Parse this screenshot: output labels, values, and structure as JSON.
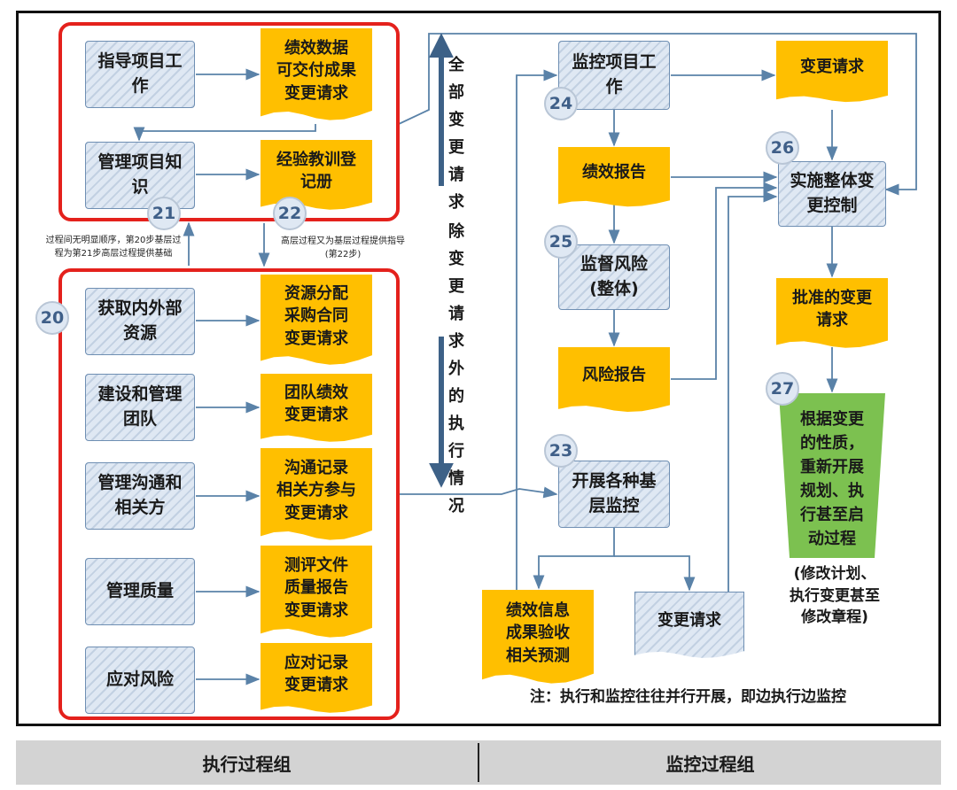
{
  "processes": {
    "direct_work": "指导项目工\n作",
    "manage_knowledge": "管理项目知\n识",
    "acquire_resources": "获取内外部\n资源",
    "develop_team": "建设和管理\n团队",
    "manage_comms": "管理沟通和\n相关方",
    "manage_quality": "管理质量",
    "respond_risk": "应对风险",
    "monitor_work": "监控项目工\n作",
    "monitor_risk": "监督风险\n(整体)",
    "basic_monitoring": "开展各种基\n层监控",
    "integrated_change": "实施整体变\n更控制"
  },
  "documents": {
    "perf_data": "绩效数据\n可交付成果\n变更请求",
    "lessons_register": "经验教训登\n记册",
    "resource_docs": "资源分配\n采购合同\n变更请求",
    "team_docs": "团队绩效\n变更请求",
    "comms_docs": "沟通记录\n相关方参与\n变更请求",
    "quality_docs": "测评文件\n质量报告\n变更请求",
    "risk_response_docs": "应对记录\n变更请求",
    "change_request_top": "变更请求",
    "perf_report": "绩效报告",
    "risk_report": "风险报告",
    "approved_changes": "批准的变更\n请求",
    "work_perf_info": "绩效信息\n成果验收\n相关预测",
    "change_request_bottom": "变更请求"
  },
  "numbers": {
    "n20": "20",
    "n21": "21",
    "n22": "22",
    "n23": "23",
    "n24": "24",
    "n25": "25",
    "n26": "26",
    "n27": "27"
  },
  "notes": {
    "note_21_line1": "过程间无明显顺序，第20步基层过",
    "note_21_line2": "程为第21步高层过程提供基础",
    "note_22_line1": "高层过程又为基层过程提供指导",
    "note_22_line2": "(第22步)",
    "vertical_all_changes": [
      "全",
      "部",
      "变",
      "更",
      "请",
      "求"
    ],
    "vertical_except": [
      "除",
      "变",
      "更",
      "请",
      "求",
      "外",
      "的",
      "执",
      "行",
      "情",
      "况"
    ],
    "replan": "根据变更\n的性质，\n重新开展\n规划、执\n行甚至启\n动过程",
    "replan_paren": "(修改计划、\n执行变更甚至\n修改章程)",
    "parallel_note": "注：执行和监控往往并行开展，即边执行边监控"
  },
  "footer": {
    "left": "执行过程组",
    "right": "监控过程组"
  },
  "colors": {
    "doc_fill": "#ffbf00",
    "process_fill": "#dfe8f3",
    "group_border": "#e4211c",
    "arrow": "#5a82a8",
    "replan_fill": "#7cc150"
  }
}
